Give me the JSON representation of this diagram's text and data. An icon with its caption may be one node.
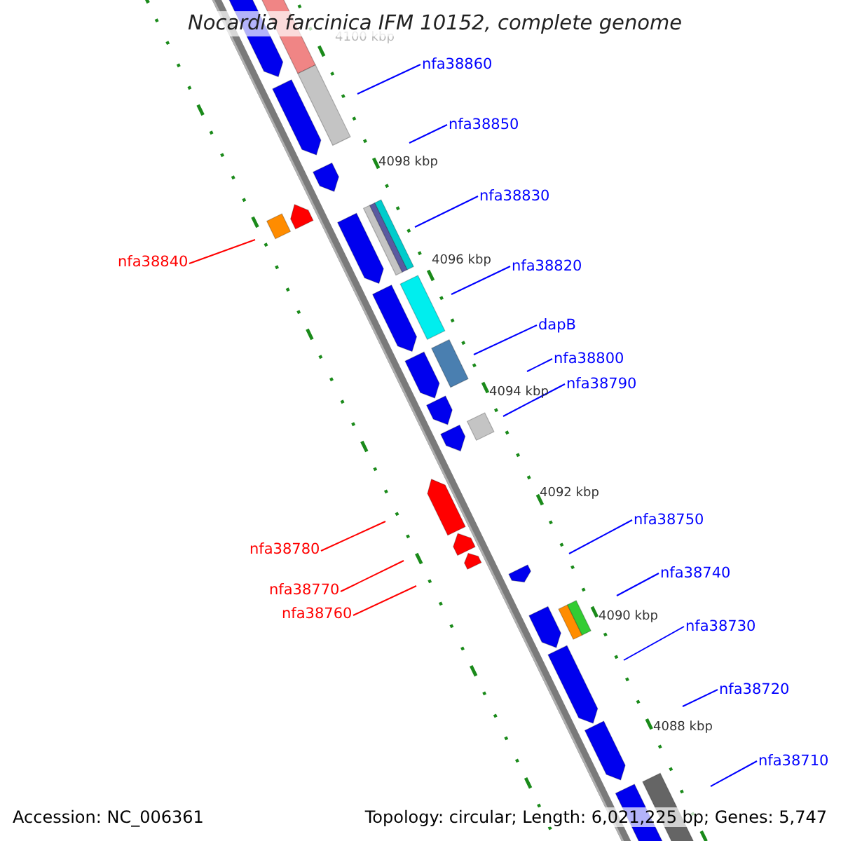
{
  "diagram": {
    "title": "Nocardia farcinica IFM 10152, complete genome",
    "nodes": [
      {
        "text": [
          "nfa38860"
        ]
      },
      {
        "text": [
          "nfa38850"
        ]
      },
      {
        "text": [
          "nfa38830"
        ]
      },
      {
        "text": [
          "nfa38840"
        ]
      },
      {
        "text": [
          "nfa38820"
        ]
      },
      {
        "text": [
          "dapB"
        ]
      },
      {
        "text": [
          "nfa38800"
        ]
      },
      {
        "text": [
          "nfa38790"
        ]
      },
      {
        "text": [
          "nfa38750"
        ]
      },
      {
        "text": [
          "nfa38780"
        ]
      },
      {
        "text": [
          "nfa38740"
        ]
      },
      {
        "text": [
          "nfa38770"
        ]
      },
      {
        "text": [
          "nfa38760"
        ]
      },
      {
        "text": [
          "nfa38730"
        ]
      },
      {
        "text": [
          "nfa38720"
        ]
      },
      {
        "text": [
          "nfa38710"
        ]
      }
    ],
    "edges": [
      {
        "from": 0,
        "to": null,
        "arrow": "none"
      },
      {
        "from": 1,
        "to": null,
        "arrow": "none"
      },
      {
        "from": 2,
        "to": null,
        "arrow": "none"
      },
      {
        "from": 3,
        "to": null,
        "arrow": "none",
        "color": "#ff0000"
      },
      {
        "from": 4,
        "to": null,
        "arrow": "none"
      },
      {
        "from": 5,
        "to": null,
        "arrow": "none"
      },
      {
        "from": 6,
        "to": null,
        "arrow": "none"
      },
      {
        "from": 7,
        "to": null,
        "arrow": "none"
      },
      {
        "from": 8,
        "to": null,
        "arrow": "none"
      },
      {
        "from": 9,
        "to": null,
        "arrow": "none",
        "color": "#ff0000"
      },
      {
        "from": 10,
        "to": null,
        "arrow": "none"
      },
      {
        "from": 11,
        "to": null,
        "arrow": "none",
        "color": "#ff0000"
      },
      {
        "from": 12,
        "to": null,
        "arrow": "none",
        "color": "#ff0000"
      },
      {
        "from": 13,
        "to": null,
        "arrow": "none"
      },
      {
        "from": 14,
        "to": null,
        "arrow": "none"
      },
      {
        "from": 15,
        "to": null,
        "arrow": "none"
      }
    ],
    "labels": [
      "4100 kbp",
      "4098 kbp",
      "4096 kbp",
      "4094 kbp",
      "4092 kbp",
      "4090 kbp",
      "4088 kbp",
      "Accession: NC_006361",
      "Topology: circular; Length: 6,021,225 bp; Genes: 5,747"
    ]
  }
}
